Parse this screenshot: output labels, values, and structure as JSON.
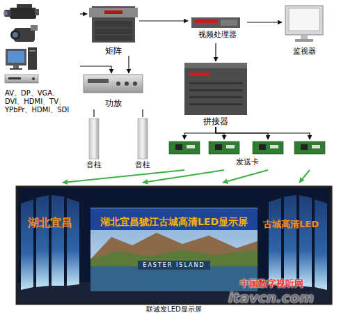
{
  "diagram": {
    "nodes": [
      {
        "text": [
          "AV、DP、VGA、 DVI、HDMI、TV、 YPbPr、HDMI、SDI"
        ]
      },
      {
        "text": [
          "矩阵"
        ]
      },
      {
        "text": [
          "视频处理器"
        ]
      },
      {
        "text": [
          "监视器"
        ]
      },
      {
        "text": [
          "功放"
        ]
      },
      {
        "text": [
          "音柱"
        ]
      },
      {
        "text": [
          "音柱"
        ]
      },
      {
        "text": [
          "拼接器"
        ]
      },
      {
        "text": [
          "发送卡"
        ]
      },
      {
        "text": [
          "湖北宜昌猇江古城高清LED显示屏",
          "EASTER ISLAND",
          "联诚发LED显示屏"
        ]
      }
    ],
    "edges": [
      {
        "from": 0,
        "to": 1,
        "arrow": "to"
      },
      {
        "from": 0,
        "to": 4,
        "arrow": "to"
      },
      {
        "from": 1,
        "to": 4,
        "arrow": "to"
      },
      {
        "from": 1,
        "to": 2,
        "arrow": "to"
      },
      {
        "from": 2,
        "to": 3,
        "arrow": "to"
      },
      {
        "from": 2,
        "to": 7,
        "arrow": "to"
      },
      {
        "from": 4,
        "to": 5,
        "arrow": "none"
      },
      {
        "from": 4,
        "to": 6,
        "arrow": "none"
      },
      {
        "from": 7,
        "to": 8,
        "arrow": "to"
      },
      {
        "from": 7,
        "to": 8,
        "arrow": "to"
      },
      {
        "from": 7,
        "to": 8,
        "arrow": "to"
      },
      {
        "from": 7,
        "to": 8,
        "arrow": "to"
      },
      {
        "from": 8,
        "to": 9,
        "arrow": "to"
      },
      {
        "from": 8,
        "to": 9,
        "arrow": "to"
      },
      {
        "from": 8,
        "to": 9,
        "arrow": "to"
      },
      {
        "from": 8,
        "to": 9,
        "arrow": "to"
      }
    ],
    "labels": [
      "湖北宜昌",
      "古城高清LED",
      "中国数字视听网",
      "itavcn.com"
    ]
  }
}
